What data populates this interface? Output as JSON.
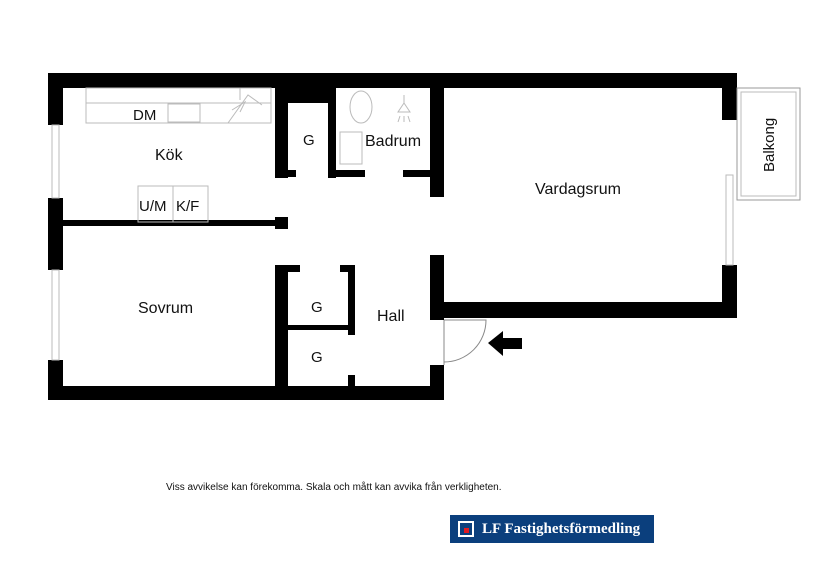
{
  "rooms": {
    "kitchen": "Kök",
    "dishwasher": "DM",
    "oven_microwave": "U/M",
    "fridge_freezer": "K/F",
    "closet_top": "G",
    "bathroom": "Badrum",
    "living_room": "Vardagsrum",
    "balcony": "Balkong",
    "bedroom": "Sovrum",
    "hall": "Hall",
    "closet_mid": "G",
    "closet_bottom": "G"
  },
  "disclaimer": "Viss avvikelse kan förekomma. Skala och mått kan avvika från verkligheten.",
  "logo": {
    "text": "LF Fastighetsförmedling",
    "color": "#0b3f7d",
    "accent": "#e01b22"
  },
  "entrance_icon": "arrow-left-icon"
}
